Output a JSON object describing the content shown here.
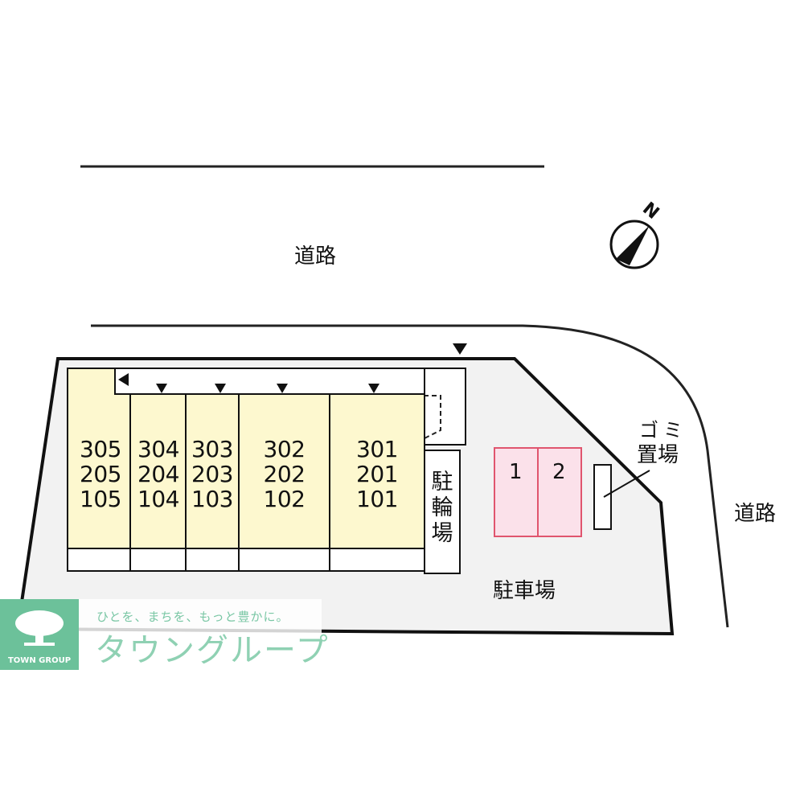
{
  "roads": {
    "north_label": "道路",
    "east_label": "道路"
  },
  "compass": {
    "icon": "north-arrow-icon",
    "label": "N"
  },
  "building": {
    "units": [
      {
        "column": 1,
        "rooms": [
          "305",
          "205",
          "105"
        ]
      },
      {
        "column": 2,
        "rooms": [
          "304",
          "204",
          "104"
        ]
      },
      {
        "column": 3,
        "rooms": [
          "303",
          "203",
          "103"
        ]
      },
      {
        "column": 4,
        "rooms": [
          "302",
          "202",
          "102"
        ]
      },
      {
        "column": 5,
        "rooms": [
          "301",
          "201",
          "101"
        ]
      }
    ],
    "fill_color": "#fdf8cf"
  },
  "bicycle_parking": {
    "label": [
      "駐",
      "輪",
      "場"
    ]
  },
  "garbage": {
    "label_line1": "ゴミ",
    "label_line2": "置場"
  },
  "parking": {
    "label": "駐車場",
    "slots": [
      "1",
      "2"
    ],
    "slot_color": "#fbe1ea",
    "slot_border": "#e0556e"
  },
  "site": {
    "fill_color": "#f2f2f2"
  },
  "logo": {
    "tagline": "ひとを、まちを、もっと豊かに。",
    "brand": "タウングループ",
    "badge_text": "TOWN GROUP",
    "color": "#6cc19a"
  }
}
